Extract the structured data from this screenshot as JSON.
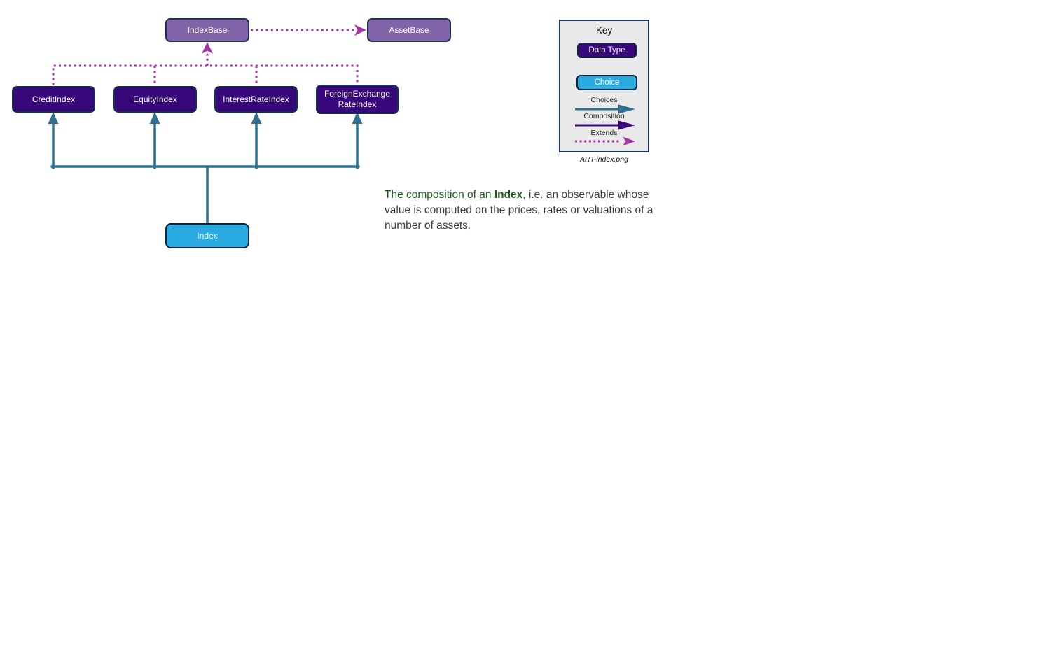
{
  "diagram": {
    "nodes": {
      "index_base": {
        "label": "IndexBase",
        "kind": "base"
      },
      "asset_base": {
        "label": "AssetBase",
        "kind": "base"
      },
      "credit_index": {
        "label": "CreditIndex",
        "kind": "data-type"
      },
      "equity_index": {
        "label": "EquityIndex",
        "kind": "data-type"
      },
      "interest_rate_index": {
        "label": "InterestRateIndex",
        "kind": "data-type"
      },
      "fx_rate_index": {
        "label": "ForeignExchangeRateIndex",
        "lines": [
          "ForeignExchange",
          "RateIndex"
        ],
        "kind": "data-type"
      },
      "index": {
        "label": "Index",
        "kind": "choice"
      }
    },
    "edges": [
      {
        "from": "IndexBase",
        "to": "AssetBase",
        "type": "extends"
      },
      {
        "from": "CreditIndex",
        "to": "IndexBase",
        "type": "extends"
      },
      {
        "from": "EquityIndex",
        "to": "IndexBase",
        "type": "extends"
      },
      {
        "from": "InterestRateIndex",
        "to": "IndexBase",
        "type": "extends"
      },
      {
        "from": "ForeignExchangeRateIndex",
        "to": "IndexBase",
        "type": "extends"
      },
      {
        "from": "Index",
        "to": "CreditIndex",
        "type": "choices"
      },
      {
        "from": "Index",
        "to": "EquityIndex",
        "type": "choices"
      },
      {
        "from": "Index",
        "to": "InterestRateIndex",
        "type": "choices"
      },
      {
        "from": "Index",
        "to": "ForeignExchangeRateIndex",
        "type": "choices"
      }
    ]
  },
  "key": {
    "title": "Key",
    "data_type_label": "Data Type",
    "choice_label": "Choice",
    "choices_label": "Choices",
    "composition_label": "Composition",
    "extends_label": "Extends",
    "caption": "ART-index.png"
  },
  "description": {
    "lead": "The composition of an ",
    "term": "Index",
    "comma": ",",
    "body": " i.e. an observable whose value is computed on the prices, rates or valuations of a number of assets",
    "period": "."
  },
  "colors": {
    "data_type_fill": "#38077A",
    "choice_fill": "#29ABE2",
    "base_fill": "#8264A8",
    "choices_arrow": "#2E6E8E",
    "composition_arrow": "#38077A",
    "extends_arrow": "#A333A3",
    "key_background": "#E9E9E9",
    "key_border": "#17375E",
    "highlight_text": "#1F5D1F",
    "body_text": "#3D3D3D"
  }
}
